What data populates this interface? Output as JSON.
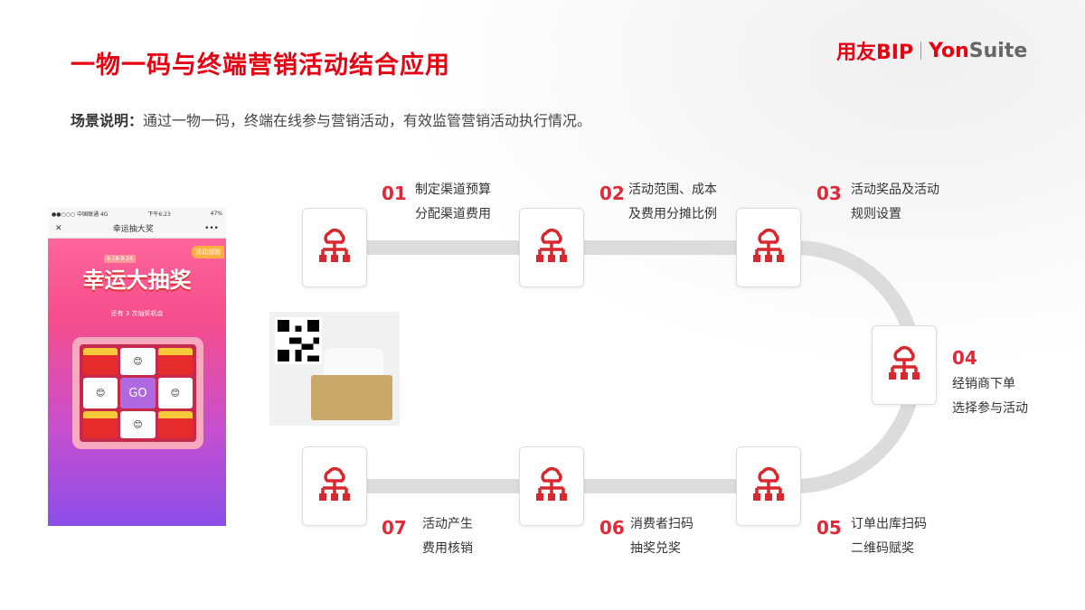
{
  "title": "一物一码与终端营销活动结合应用",
  "logo": {
    "brand1": "用友BIP",
    "brand2a": "Yon",
    "brand2b": "Suite"
  },
  "scene": {
    "label": "场景说明：",
    "text": "通过一物一码，终端在线参与营销活动，有效监管营销活动执行情况。"
  },
  "phone": {
    "carrier": "●●○○○ 中国联通 4G",
    "time": "下午6:23",
    "battery": "47%",
    "nav_title": "幸运抽大奖",
    "close": "✕",
    "more": "•••",
    "tag": "活动规则",
    "date": "9.18-9.24",
    "banner": "幸运大抽奖",
    "chance": "还有 3 次抽奖机会",
    "go": "GO"
  },
  "steps": [
    {
      "num": "01",
      "line1": "制定渠道预算",
      "line2": "分配渠道费用"
    },
    {
      "num": "02",
      "line1": "活动范围、成本",
      "line2": "及费用分摊比例"
    },
    {
      "num": "03",
      "line1": "活动奖品及活动",
      "line2": "规则设置"
    },
    {
      "num": "04",
      "line1": "经销商下单",
      "line2": "选择参与活动"
    },
    {
      "num": "05",
      "line1": "订单出库扫码",
      "line2": "二维码赋奖"
    },
    {
      "num": "06",
      "line1": "消费者扫码",
      "line2": "抽奖兑奖"
    },
    {
      "num": "07",
      "line1": "活动产生",
      "line2": "费用核销"
    }
  ],
  "colors": {
    "accent": "#e60012",
    "icon": "#d7282f",
    "track": "#dcdcdc"
  }
}
